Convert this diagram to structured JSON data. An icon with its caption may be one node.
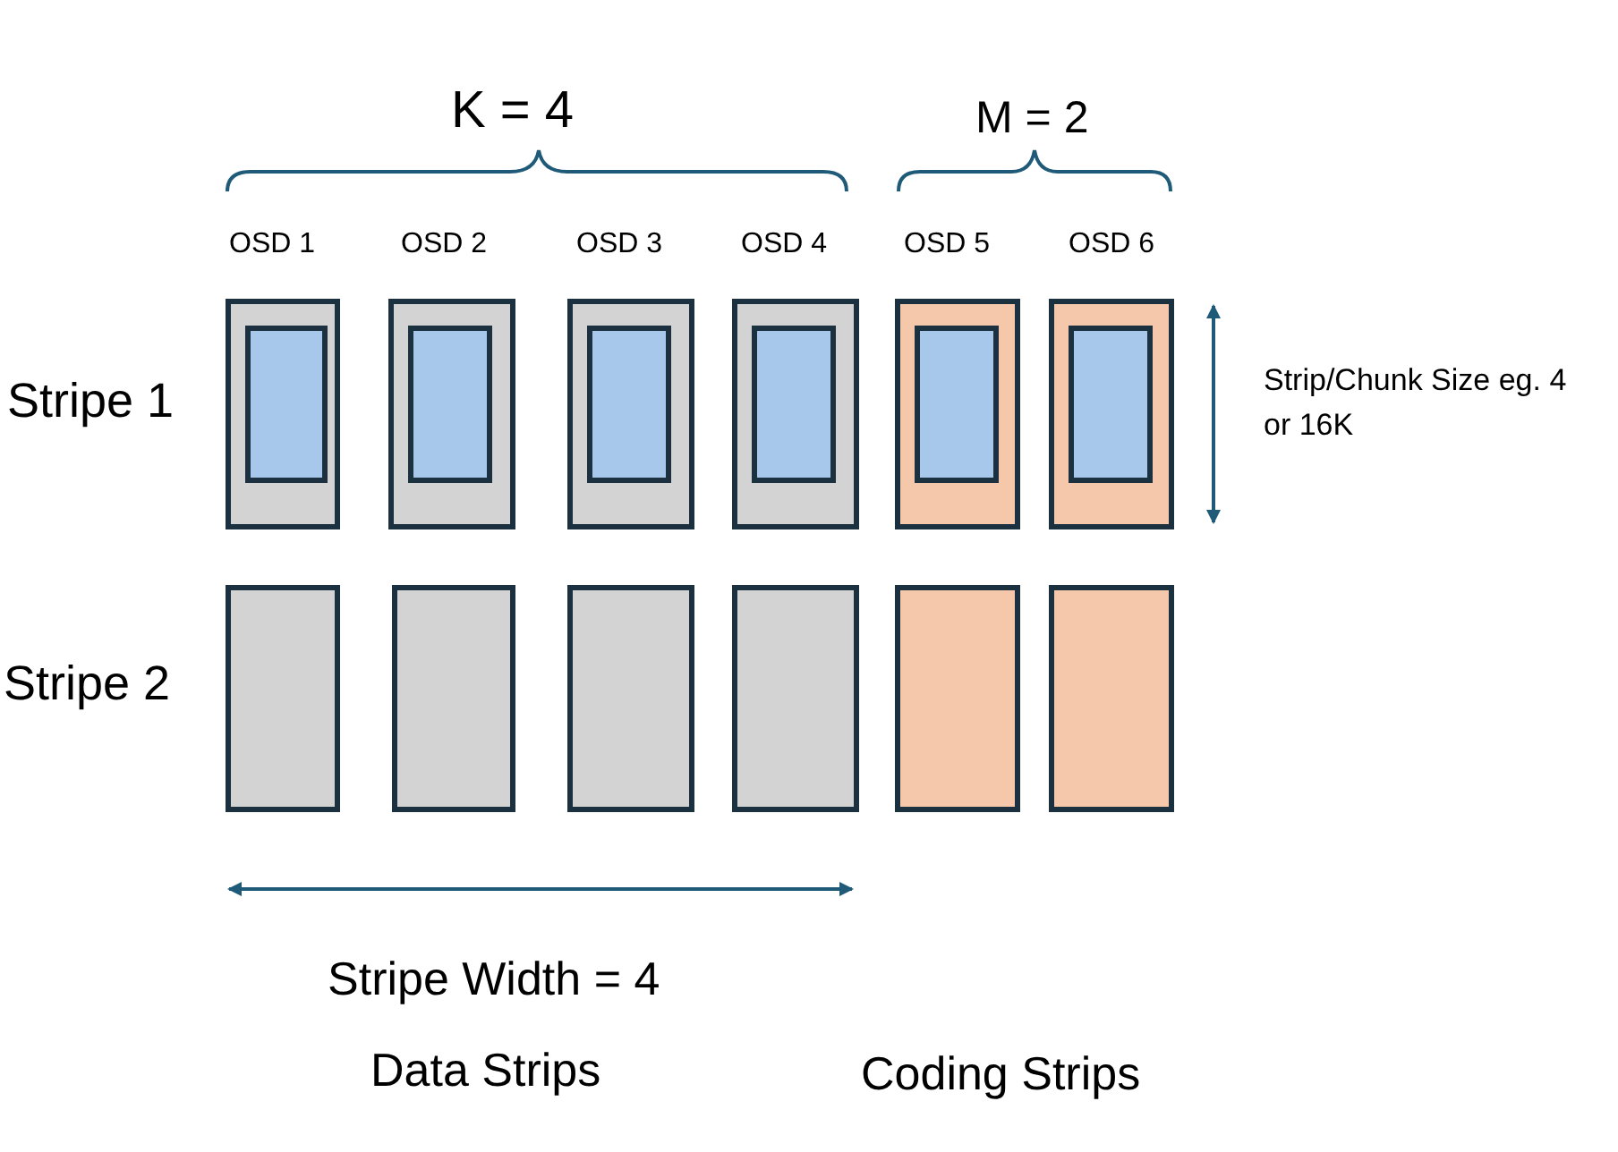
{
  "diagram": {
    "nodes": [
      {
        "text": [],
        "shape": "box"
      },
      {
        "text": [],
        "shape": "box",
        "in": 0
      },
      {
        "text": [],
        "shape": "box"
      },
      {
        "text": [],
        "shape": "box",
        "in": 2
      },
      {
        "text": [],
        "shape": "box"
      },
      {
        "text": [],
        "shape": "box",
        "in": 4
      },
      {
        "text": [],
        "shape": "box"
      },
      {
        "text": [],
        "shape": "box",
        "in": 6
      },
      {
        "text": [],
        "shape": "box"
      },
      {
        "text": [],
        "shape": "box",
        "in": 8
      },
      {
        "text": [],
        "shape": "box"
      },
      {
        "text": [],
        "shape": "box",
        "in": 10
      },
      {
        "text": [],
        "shape": "box"
      },
      {
        "text": [],
        "shape": "box"
      },
      {
        "text": [],
        "shape": "box"
      },
      {
        "text": [],
        "shape": "box"
      },
      {
        "text": [],
        "shape": "box"
      },
      {
        "text": [],
        "shape": "box"
      }
    ],
    "labels": [
      "K = 4",
      "M = 2",
      "OSD 1",
      "OSD 2",
      "OSD 3",
      "OSD 4",
      "OSD 5",
      "OSD 6",
      "Stripe 1",
      "Strip/Chunk Size eg. 4 or 16K",
      "Stripe 2",
      "Stripe Width = 4",
      "Data Strips",
      "Coding Strips"
    ]
  }
}
